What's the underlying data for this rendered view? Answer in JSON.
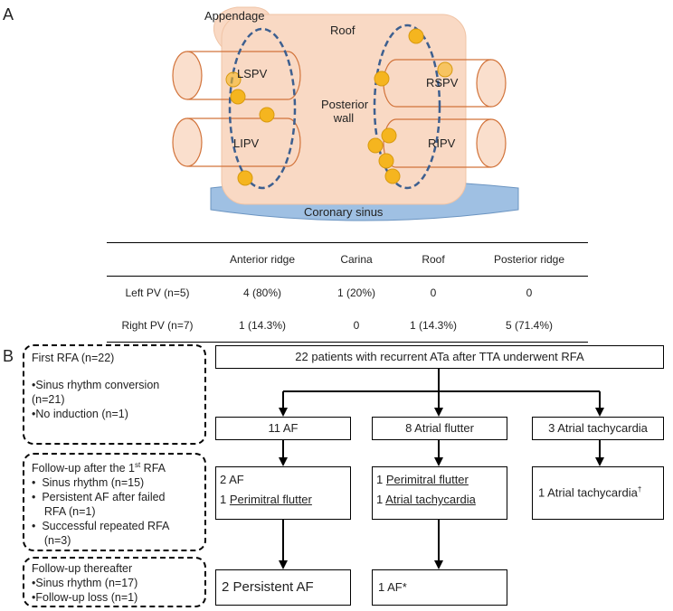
{
  "panel_a": {
    "letter": "A",
    "labels": {
      "appendage": "Appendage",
      "roof": "Roof",
      "lspv": "LSPV",
      "lipv": "LIPV",
      "rspv": "RSPV",
      "ripv": "RIPV",
      "posterior_wall_1": "Posterior",
      "posterior_wall_2": "wall",
      "coronary_sinus": "Coronary sinus"
    },
    "colors": {
      "atrium": "#f9d9c4",
      "vein_stroke": "#d2733a",
      "ablation_line": "#3d5f8f",
      "dot": "#f5b51f",
      "sinus": "#9fc0e3"
    },
    "table": {
      "headers": [
        "",
        "Anterior ridge",
        "Carina",
        "Roof",
        "Posterior ridge"
      ],
      "rows": [
        [
          "Left PV (n=5)",
          "4 (80%)",
          "1 (20%)",
          "0",
          "0"
        ],
        [
          "Right PV (n=7)",
          "1 (14.3%)",
          "0",
          "1 (14.3%)",
          "5 (71.4%)"
        ]
      ]
    }
  },
  "panel_b": {
    "letter": "B",
    "side_notes": [
      {
        "title": "First RFA (n=22)",
        "items": [
          "•Sinus rhythm conversion",
          "(n=21)",
          "•No induction (n=1)"
        ]
      },
      {
        "title_pre": "Follow-up after the 1",
        "title_sup": "st",
        "title_post": " RFA",
        "items": [
          "•  Sinus rhythm (n=15)",
          "•  Persistent AF after failed",
          "    RFA (n=1)",
          "•  Successful repeated RFA",
          "    (n=3)"
        ]
      },
      {
        "title": "Follow-up thereafter",
        "items": [
          "•Sinus rhythm (n=17)",
          "•Follow-up loss (n=1)"
        ]
      }
    ],
    "top_box": "22 patients with recurrent ATa after TTA underwent RFA",
    "branches": [
      "11 AF",
      "8 Atrial flutter",
      "3 Atrial tachycardia"
    ],
    "level2": {
      "af": [
        "2 AF",
        "1 ",
        "Perimitral flutter"
      ],
      "flutter": [
        "1 ",
        "Perimitral flutter",
        "1 ",
        "Atrial tachycardia"
      ],
      "tach_text": "1 Atrial tachycardia",
      "tach_sup": "†"
    },
    "level3": {
      "af": "2 Persistent AF",
      "flutter": "1 AF*"
    }
  }
}
